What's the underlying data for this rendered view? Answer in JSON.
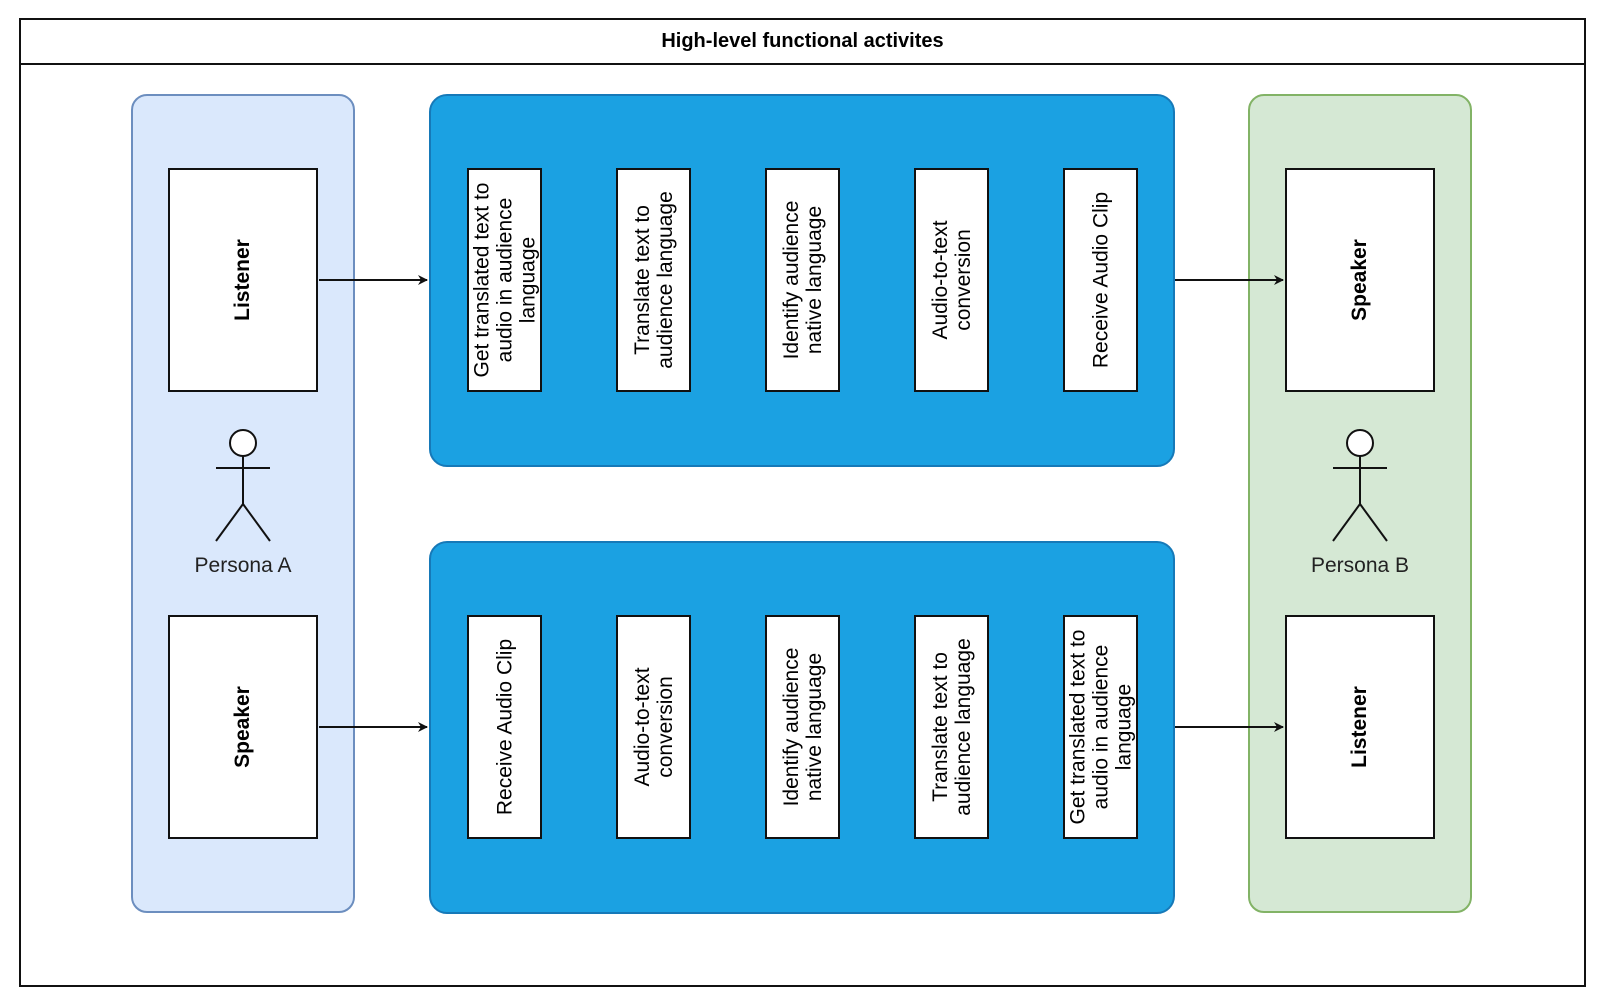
{
  "diagram": {
    "title": "High-level functional activites",
    "persona_a": {
      "name": "Persona A",
      "top_role": "Listener",
      "bottom_role": "Speaker",
      "actor_icon": "stick-figure-icon"
    },
    "persona_b": {
      "name": "Persona B",
      "top_role": "Speaker",
      "bottom_role": "Listener",
      "actor_icon": "stick-figure-icon"
    },
    "top_process": {
      "steps": [
        "Get translated text to audio in audience language",
        "Translate text to audience language",
        "Identify audience native language",
        "Audio-to-text conversion",
        "Receive Audio Clip"
      ]
    },
    "bottom_process": {
      "steps": [
        "Receive Audio Clip",
        "Audio-to-text conversion",
        "Identify audience native language",
        "Translate text to audience language",
        "Get translated text to audio in audience language"
      ]
    },
    "colors": {
      "persona_a_fill": "#dae8fc",
      "persona_a_stroke": "#6c8ebf",
      "persona_b_fill": "#d5e8d4",
      "persona_b_stroke": "#82b366",
      "process_fill": "#1ba1e2"
    }
  }
}
